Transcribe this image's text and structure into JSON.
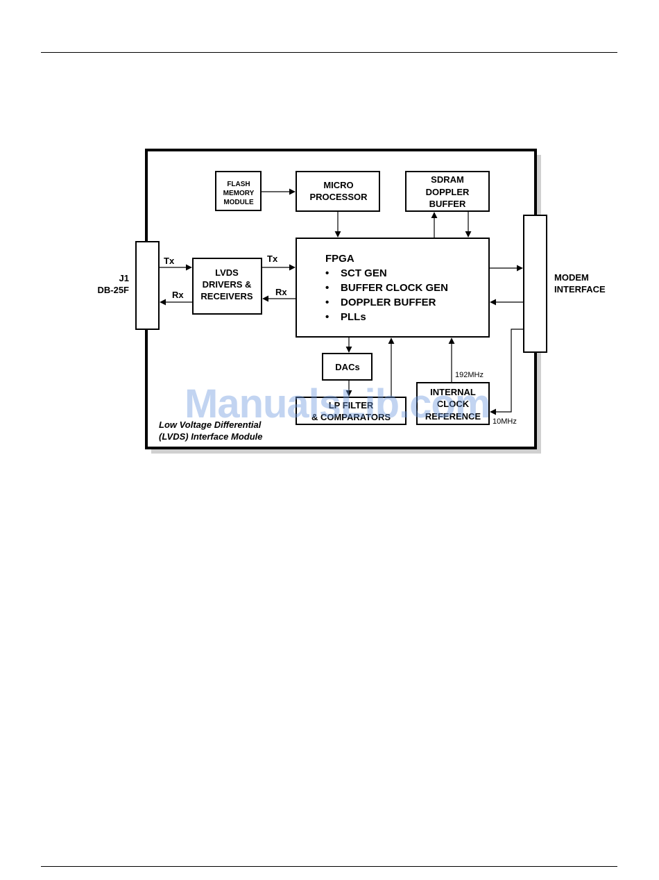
{
  "header_rule": true,
  "footer_rule": true,
  "diagram": {
    "frame_caption_line1": "Low Voltage Differential",
    "frame_caption_line2": "(LVDS) Interface Module",
    "j1": {
      "line1": "J1",
      "line2": "DB-25F"
    },
    "modem": {
      "line1": "MODEM",
      "line2": "INTERFACE"
    },
    "flash": {
      "line1": "FLASH",
      "line2": "MEMORY",
      "line3": "MODULE"
    },
    "micro": {
      "line1": "MICRO",
      "line2": "PROCESSOR"
    },
    "sdram": {
      "line1": "SDRAM",
      "line2": "DOPPLER",
      "line3": "BUFFER"
    },
    "lvds": {
      "line1": "LVDS",
      "line2": "DRIVERS &",
      "line3": "RECEIVERS"
    },
    "fpga": {
      "title": "FPGA",
      "items": [
        "SCT GEN",
        "BUFFER CLOCK GEN",
        "DOPPLER BUFFER",
        "PLLs"
      ],
      "bullet": "•"
    },
    "dacs": "DACs",
    "filter": {
      "line1": "LP FILTER",
      "line2": "& COMPARATORS"
    },
    "clock": {
      "line1": "INTERNAL",
      "line2": "CLOCK",
      "line3": "REFERENCE"
    },
    "signals": {
      "tx_left": "Tx",
      "rx_left": "Rx",
      "tx_right": "Tx",
      "rx_right": "Rx",
      "f192": "192MHz",
      "f10": "10MHz"
    }
  },
  "watermark": "ManualsLib.com",
  "colors": {
    "line": "#000000",
    "shadow": "#d0d0d0",
    "watermark": "#6f9be0"
  }
}
